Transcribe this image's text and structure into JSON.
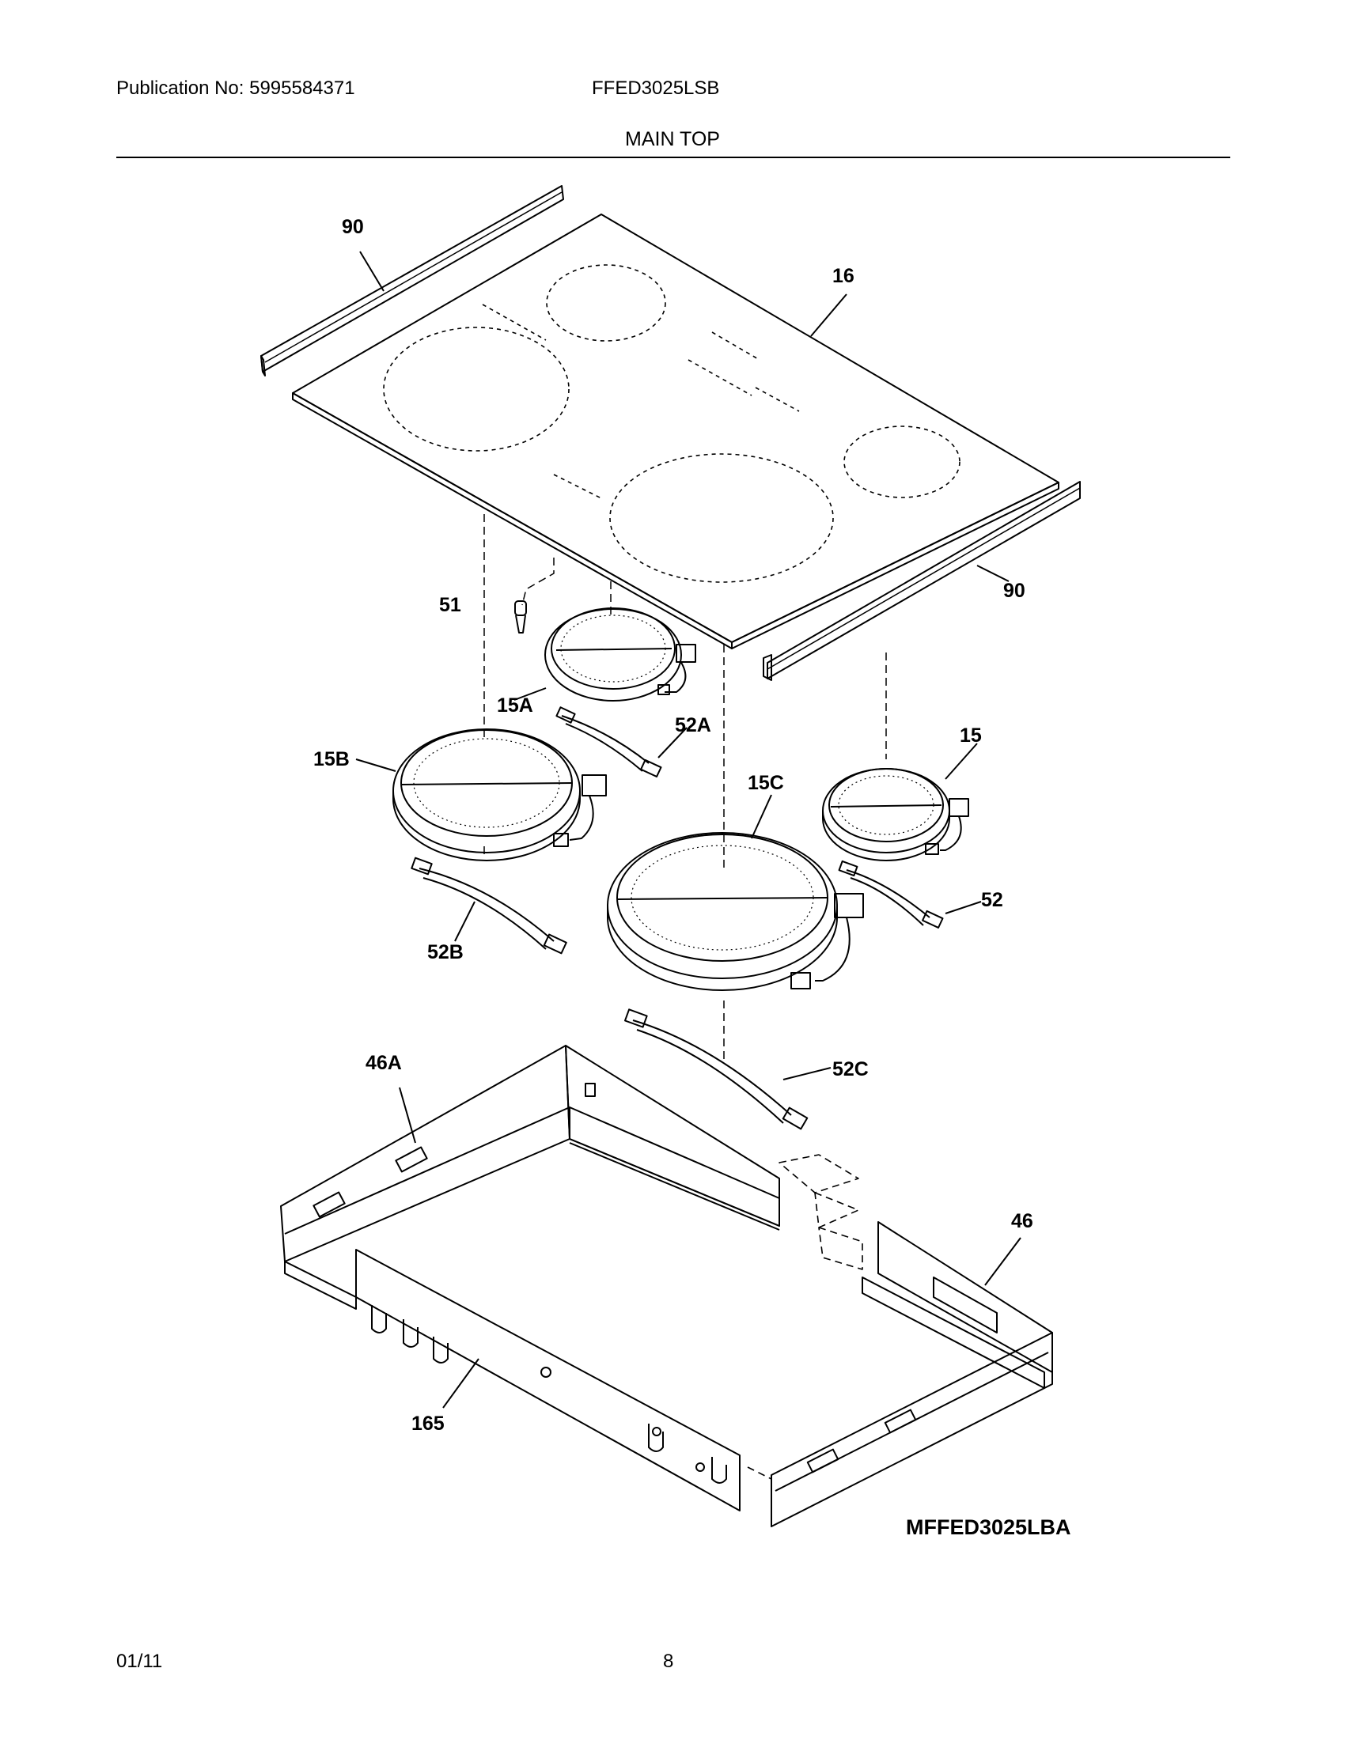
{
  "header": {
    "publication": "Publication No: 5995584371",
    "model": "FFED3025LSB",
    "section_title": "MAIN TOP"
  },
  "diagram": {
    "reference_code": "MFFED3025LBA",
    "callouts": {
      "c90_top": "90",
      "c16": "16",
      "c90_right": "90",
      "c51": "51",
      "c15A": "15A",
      "c52A": "52A",
      "c15B": "15B",
      "c15C": "15C",
      "c15": "15",
      "c52": "52",
      "c52B": "52B",
      "c46A": "46A",
      "c52C": "52C",
      "c46": "46",
      "c165": "165"
    }
  },
  "footer": {
    "date": "01/11",
    "page_number": "8"
  }
}
